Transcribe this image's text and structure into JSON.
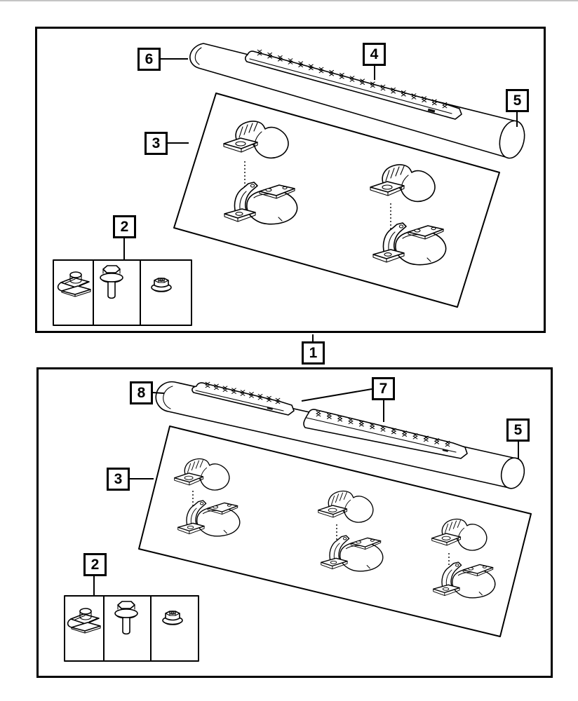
{
  "diagram": {
    "title_hint": "step-bar-parts-diagram",
    "colors": {
      "line": "#000000",
      "background": "#ffffff",
      "mark": "#111111"
    },
    "kit_callout": {
      "number": "1"
    },
    "upper_panel": {
      "callouts": {
        "bar_front": "6",
        "step_pad": "4",
        "bar_end": "5",
        "brackets": "3",
        "hardware": "2"
      },
      "step_pad_count": 1,
      "bracket_pair_count": 2,
      "hardware_items": [
        {
          "icon": "u-clip-nut-icon"
        },
        {
          "icon": "flange-bolt-icon"
        },
        {
          "icon": "flange-nut-icon"
        }
      ]
    },
    "lower_panel": {
      "callouts": {
        "bar_front": "8",
        "step_pads": "7",
        "bar_end": "5",
        "brackets": "3",
        "hardware": "2"
      },
      "step_pad_count": 2,
      "bracket_pair_count": 3,
      "hardware_items": [
        {
          "icon": "u-clip-nut-icon"
        },
        {
          "icon": "flange-bolt-icon"
        },
        {
          "icon": "flange-nut-icon"
        }
      ]
    }
  }
}
